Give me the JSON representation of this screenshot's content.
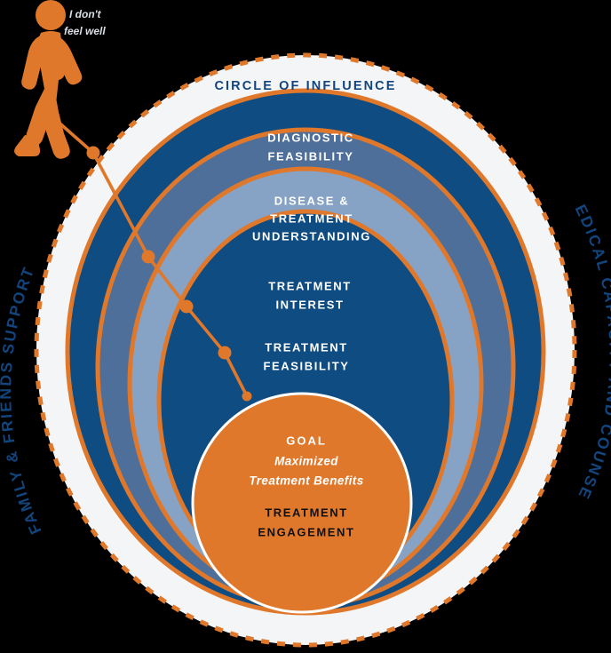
{
  "diagram": {
    "title": "Circle of Influence concentric rings diagram",
    "outer_label": "CIRCLE OF INFLUENCE",
    "left_arc_label": "FAMILY & FRIENDS SUPPORT",
    "right_arc_label": "MEDICAL CAPACITY AND COUNSEL",
    "figure": {
      "name": "walking-person",
      "speech_line1": "I don't",
      "speech_line2": "feel well"
    },
    "rings": [
      {
        "id": "outer-white",
        "label": "CIRCLE OF INFLUENCE",
        "fill": "#F4F5F6",
        "text_color": "#12457E"
      },
      {
        "id": "diagnostic-feasibility",
        "label_line1": "DIAGNOSTIC",
        "label_line2": "FEASIBILITY",
        "fill": "#0F4C81",
        "text_color": "#FFFFFF"
      },
      {
        "id": "disease-treatment-understanding",
        "label_line1": "DISEASE &",
        "label_line2": "TREATMENT",
        "label_line3": "UNDERSTANDING",
        "fill": "#4E6F99",
        "text_color": "#FFFFFF"
      },
      {
        "id": "treatment-interest",
        "label_line1": "TREATMENT",
        "label_line2": "INTEREST",
        "fill": "#86A3C6",
        "text_color": "#FFFFFF"
      },
      {
        "id": "treatment-feasibility",
        "label_line1": "TREATMENT",
        "label_line2": "FEASIBILITY",
        "fill": "#0F4C81",
        "text_color": "#FFFFFF"
      },
      {
        "id": "center-goal",
        "label_goal": "GOAL",
        "label_goal_sub1": "Maximized",
        "label_goal_sub2": "Treatment Benefits",
        "label_line1": "TREATMENT",
        "label_line2": "ENGAGEMENT",
        "fill": "#E0782B",
        "text_color": "#FFFFFF",
        "secondary_text_color": "#111111"
      }
    ],
    "colors": {
      "orange": "#E0782B",
      "dark_blue": "#0F4C81",
      "slate_blue": "#4E6F99",
      "light_blue": "#86A3C6",
      "off_white": "#F4F5F6",
      "background": "#000000"
    },
    "path_nodes": 5
  }
}
